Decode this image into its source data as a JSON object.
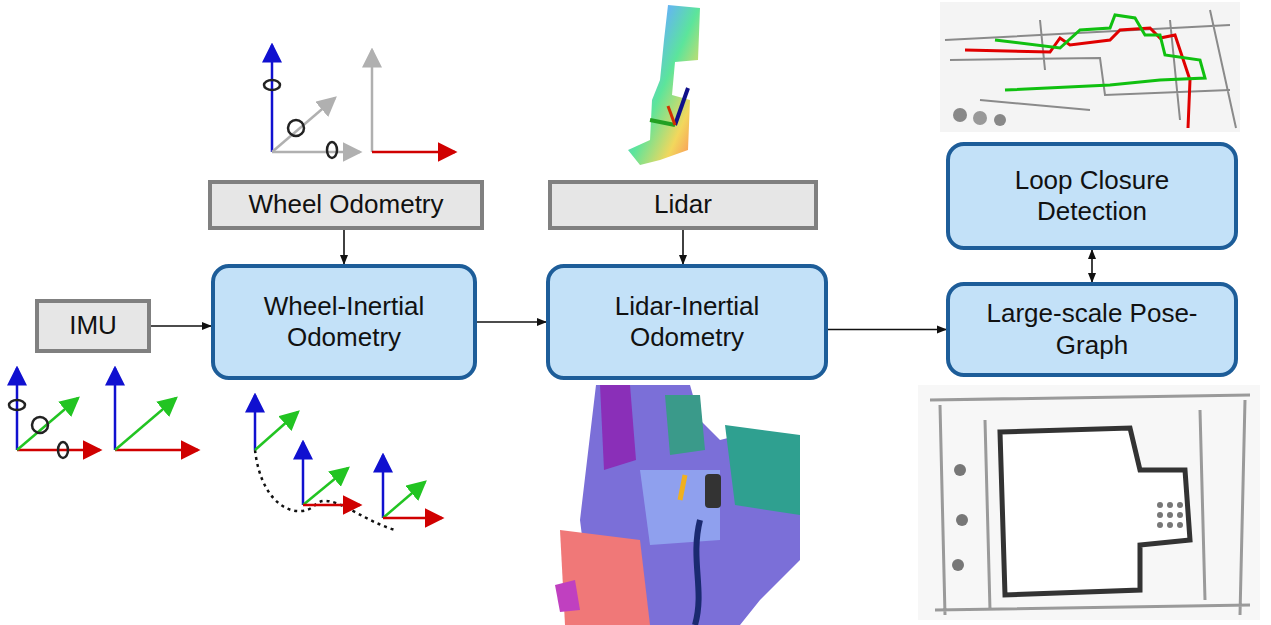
{
  "diagram": {
    "nodes": [
      {
        "text": [
          "IMU"
        ]
      },
      {
        "text": [
          "Wheel Odometry"
        ]
      },
      {
        "text": [
          "Wheel-Inertial Odometry"
        ]
      },
      {
        "text": [
          "Lidar"
        ]
      },
      {
        "text": [
          "Lidar-Inertial Odometry"
        ]
      },
      {
        "text": [
          "Loop Closure Detection"
        ]
      },
      {
        "text": [
          "Large-scale Pose-Graph"
        ]
      }
    ],
    "edges": [
      {
        "from": 0,
        "to": 2,
        "arrow": "to"
      },
      {
        "from": 1,
        "to": 2,
        "arrow": "to"
      },
      {
        "from": 2,
        "to": 4,
        "arrow": "to"
      },
      {
        "from": 3,
        "to": 4,
        "arrow": "to"
      },
      {
        "from": 4,
        "to": 6,
        "arrow": "to"
      },
      {
        "from": 5,
        "to": 6,
        "arrow": "both"
      }
    ]
  }
}
